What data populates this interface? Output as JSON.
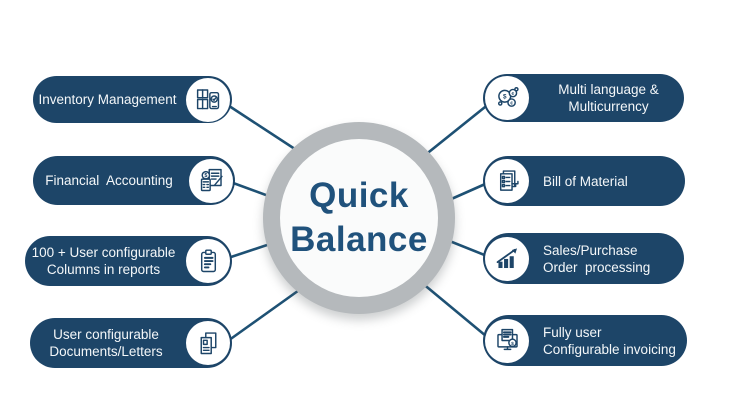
{
  "center": {
    "line1": "Quick",
    "line2": "Balance"
  },
  "colors": {
    "pill": "#1d4568",
    "connector": "#1e5174",
    "ring": "#b5b9bc",
    "circle_fill": "#fafbfb",
    "title_text": "#20527c",
    "icon_ink": "#1d4568",
    "icon_bg": "#ffffff",
    "pill_text": "#f4f7f9"
  },
  "left_features": [
    {
      "name": "inventory-management",
      "icon": "inventory-icon",
      "lines": [
        "Inventory Management"
      ]
    },
    {
      "name": "financial-accounting",
      "icon": "financial-accounting-icon",
      "lines": [
        "Financial  Accounting"
      ]
    },
    {
      "name": "user-configurable-columns",
      "icon": "report-columns-icon",
      "lines": [
        "100 + User configurable",
        "Columns in reports"
      ]
    },
    {
      "name": "user-configurable-documents",
      "icon": "documents-icon",
      "lines": [
        "User configurable",
        "Documents/Letters"
      ]
    }
  ],
  "right_features": [
    {
      "name": "multi-language-multicurrency",
      "icon": "multicurrency-icon",
      "lines": [
        "Multi language &",
        "Multicurrency"
      ]
    },
    {
      "name": "bill-of-material",
      "icon": "bill-of-material-icon",
      "lines": [
        "Bill of Material"
      ]
    },
    {
      "name": "sales-purchase-order-processing",
      "icon": "sales-purchase-icon",
      "lines": [
        "Sales/Purchase",
        "Order  processing"
      ]
    },
    {
      "name": "fully-user-configurable-invoicing",
      "icon": "invoicing-icon",
      "lines": [
        "Fully user",
        "Configurable invoicing"
      ]
    }
  ]
}
